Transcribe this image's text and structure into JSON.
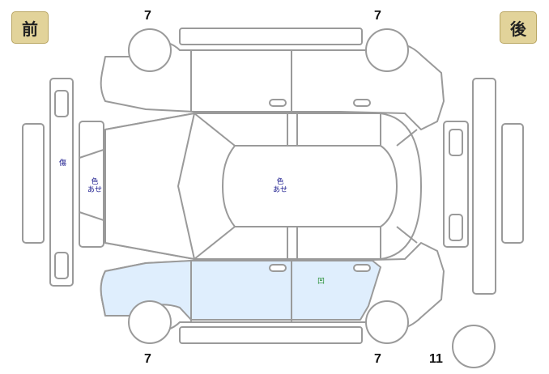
{
  "badges": {
    "front": "前",
    "rear": "後"
  },
  "tire_counts": {
    "front_left": "7",
    "rear_left": "7",
    "front_right": "7",
    "rear_right": "7",
    "spare": "11"
  },
  "damage_marks": {
    "front_bumper": "傷",
    "hood": "色\nあせ",
    "roof": "色\nあせ",
    "right_doors": "凹"
  },
  "colors": {
    "outline": "#9a9a9a",
    "highlight_fill": "#dfeefd",
    "badge": "#e2d39a",
    "mark_text": "#1f1f8f",
    "dent_text": "#1e8a2a"
  }
}
